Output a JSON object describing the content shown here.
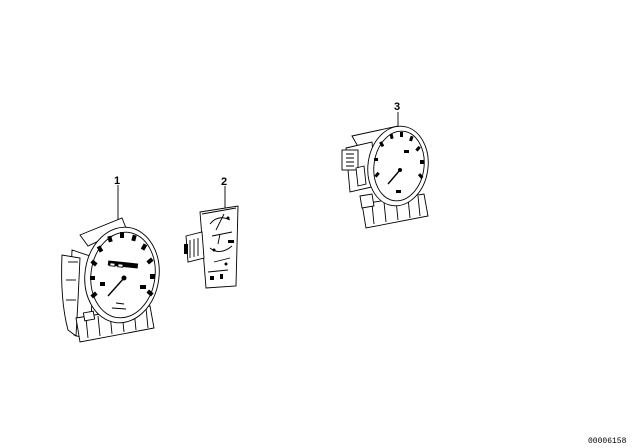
{
  "diagram": {
    "parts": [
      {
        "callout": "1",
        "icon": "speedometer-icon"
      },
      {
        "callout": "2",
        "icon": "circuit-board-icon"
      },
      {
        "callout": "3",
        "icon": "tachometer-icon"
      }
    ],
    "doc_number": "00006158",
    "colors": {
      "line": "#000000",
      "background": "#ffffff"
    }
  }
}
